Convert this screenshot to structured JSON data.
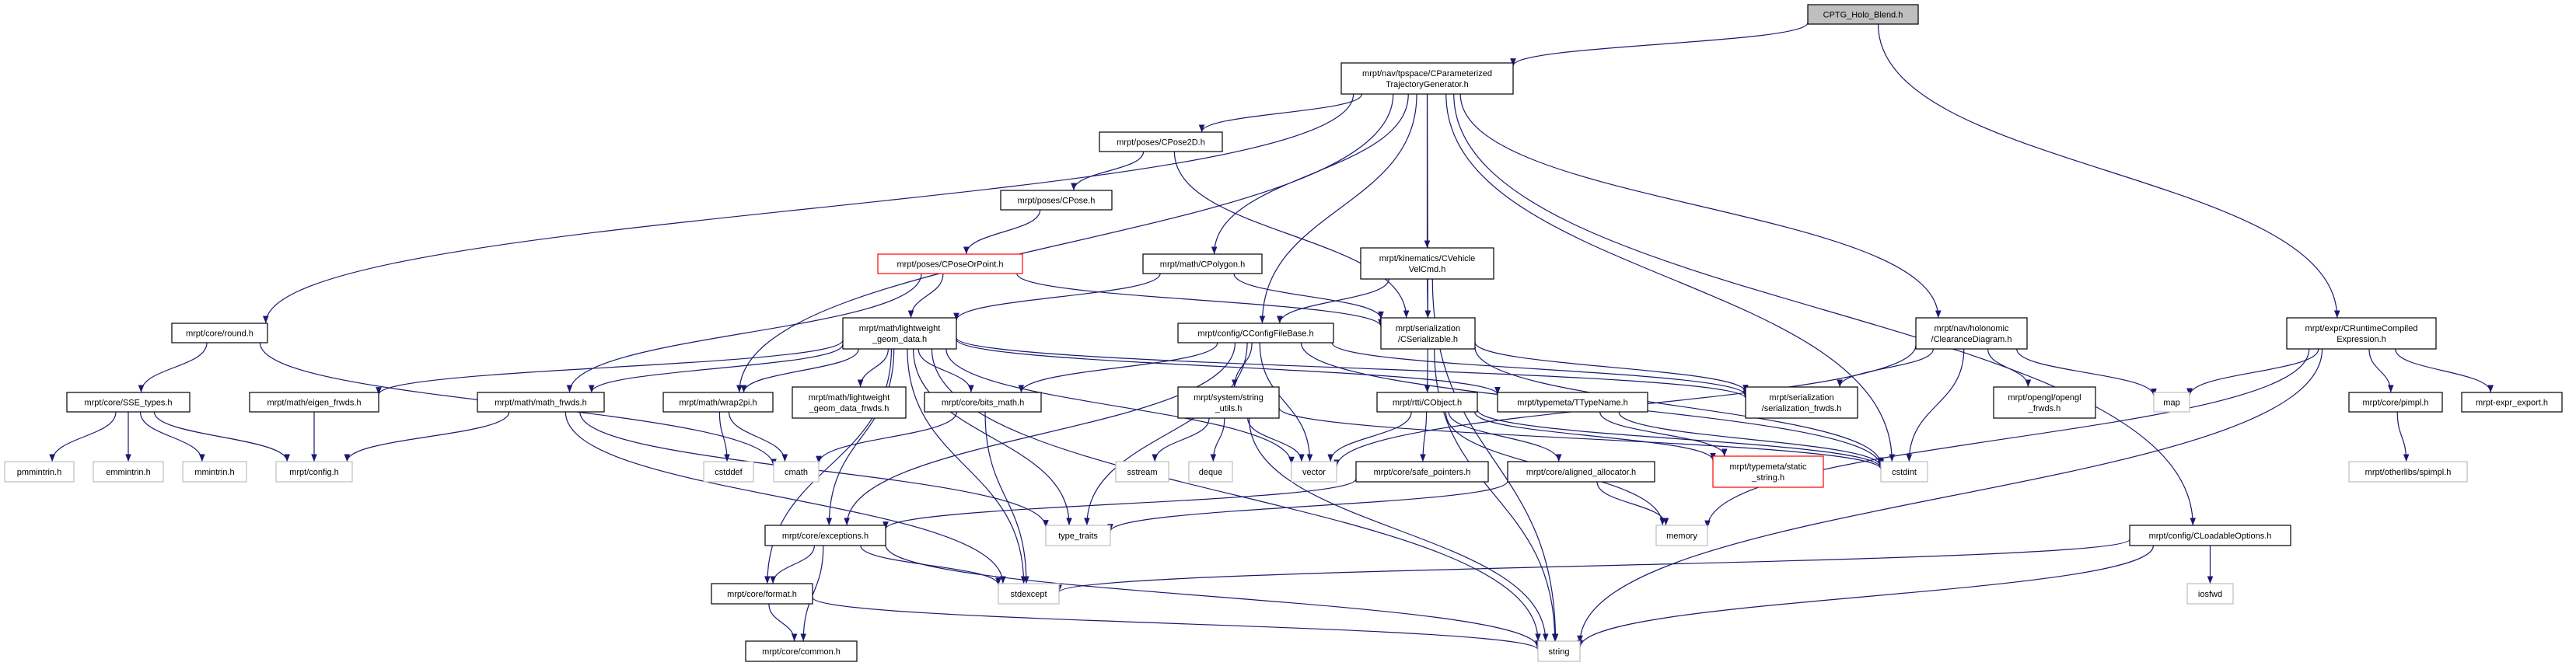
{
  "nodes": [
    {
      "id": "root",
      "lines": [
        "CPTG_Holo_Blend.h"
      ],
      "kind": "root"
    },
    {
      "id": "cptg",
      "lines": [
        "mrpt/nav/tpspace/CParameterized",
        "TrajectoryGenerator.h"
      ],
      "kind": "normal"
    },
    {
      "id": "round",
      "lines": [
        "mrpt/core/round.h"
      ],
      "kind": "normal"
    },
    {
      "id": "cpose2d",
      "lines": [
        "mrpt/poses/CPose2D.h"
      ],
      "kind": "normal"
    },
    {
      "id": "cpose",
      "lines": [
        "mrpt/poses/CPose.h"
      ],
      "kind": "normal"
    },
    {
      "id": "cposeorpoint",
      "lines": [
        "mrpt/poses/CPoseOrPoint.h"
      ],
      "kind": "red"
    },
    {
      "id": "cpolygon",
      "lines": [
        "mrpt/math/CPolygon.h"
      ],
      "kind": "normal"
    },
    {
      "id": "cvehicle",
      "lines": [
        "mrpt/kinematics/CVehicle",
        "VelCmd.h"
      ],
      "kind": "normal"
    },
    {
      "id": "lwgd",
      "lines": [
        "mrpt/math/lightweight",
        "_geom_data.h"
      ],
      "kind": "normal"
    },
    {
      "id": "cconfig",
      "lines": [
        "mrpt/config/CConfigFileBase.h"
      ],
      "kind": "normal"
    },
    {
      "id": "cserial",
      "lines": [
        "mrpt/serialization",
        "/CSerializable.h"
      ],
      "kind": "normal"
    },
    {
      "id": "clearance",
      "lines": [
        "mrpt/nav/holonomic",
        "/ClearanceDiagram.h"
      ],
      "kind": "normal"
    },
    {
      "id": "crce",
      "lines": [
        "mrpt/expr/CRuntimeCompiled",
        "Expression.h"
      ],
      "kind": "normal"
    },
    {
      "id": "sse",
      "lines": [
        "mrpt/core/SSE_types.h"
      ],
      "kind": "normal"
    },
    {
      "id": "eigen",
      "lines": [
        "mrpt/math/eigen_frwds.h"
      ],
      "kind": "normal"
    },
    {
      "id": "mathfrwds",
      "lines": [
        "mrpt/math/math_frwds.h"
      ],
      "kind": "normal"
    },
    {
      "id": "wrap2pi",
      "lines": [
        "mrpt/math/wrap2pi.h"
      ],
      "kind": "normal"
    },
    {
      "id": "lwgdfrwds",
      "lines": [
        "mrpt/math/lightweight",
        "_geom_data_frwds.h"
      ],
      "kind": "normal"
    },
    {
      "id": "bitsmath",
      "lines": [
        "mrpt/core/bits_math.h"
      ],
      "kind": "normal"
    },
    {
      "id": "strutils",
      "lines": [
        "mrpt/system/string",
        "_utils.h"
      ],
      "kind": "normal"
    },
    {
      "id": "cobject",
      "lines": [
        "mrpt/rtti/CObject.h"
      ],
      "kind": "normal"
    },
    {
      "id": "ttypename",
      "lines": [
        "mrpt/typemeta/TTypeName.h"
      ],
      "kind": "normal"
    },
    {
      "id": "serfrwds",
      "lines": [
        "mrpt/serialization",
        "/serialization_frwds.h"
      ],
      "kind": "normal"
    },
    {
      "id": "openglfrwds",
      "lines": [
        "mrpt/opengl/opengl",
        "_frwds.h"
      ],
      "kind": "normal"
    },
    {
      "id": "map",
      "lines": [
        "map"
      ],
      "kind": "sys"
    },
    {
      "id": "pimpl",
      "lines": [
        "mrpt/core/pimpl.h"
      ],
      "kind": "normal"
    },
    {
      "id": "exprexport",
      "lines": [
        "mrpt-expr_export.h"
      ],
      "kind": "normal"
    },
    {
      "id": "pmmintrin",
      "lines": [
        "pmmintrin.h"
      ],
      "kind": "sys"
    },
    {
      "id": "emmintrin",
      "lines": [
        "emmintrin.h"
      ],
      "kind": "sys"
    },
    {
      "id": "mmintrin",
      "lines": [
        "mmintrin.h"
      ],
      "kind": "sys"
    },
    {
      "id": "config",
      "lines": [
        "mrpt/config.h"
      ],
      "kind": "sys"
    },
    {
      "id": "cstddef",
      "lines": [
        "cstddef"
      ],
      "kind": "sys"
    },
    {
      "id": "cmath",
      "lines": [
        "cmath"
      ],
      "kind": "sys"
    },
    {
      "id": "sstream",
      "lines": [
        "sstream"
      ],
      "kind": "sys"
    },
    {
      "id": "deque",
      "lines": [
        "deque"
      ],
      "kind": "sys"
    },
    {
      "id": "vector",
      "lines": [
        "vector"
      ],
      "kind": "sys"
    },
    {
      "id": "safeptr",
      "lines": [
        "mrpt/core/safe_pointers.h"
      ],
      "kind": "normal"
    },
    {
      "id": "aligned",
      "lines": [
        "mrpt/core/aligned_allocator.h"
      ],
      "kind": "normal"
    },
    {
      "id": "staticstr",
      "lines": [
        "mrpt/typemeta/static",
        "_string.h"
      ],
      "kind": "red"
    },
    {
      "id": "cstdint",
      "lines": [
        "cstdint"
      ],
      "kind": "sys"
    },
    {
      "id": "spimpl",
      "lines": [
        "mrpt/otherlibs/spimpl.h"
      ],
      "kind": "sys"
    },
    {
      "id": "exceptions",
      "lines": [
        "mrpt/core/exceptions.h"
      ],
      "kind": "normal"
    },
    {
      "id": "typetraits",
      "lines": [
        "type_traits"
      ],
      "kind": "sys"
    },
    {
      "id": "memory",
      "lines": [
        "memory"
      ],
      "kind": "sys"
    },
    {
      "id": "cloadable",
      "lines": [
        "mrpt/config/CLoadableOptions.h"
      ],
      "kind": "normal"
    },
    {
      "id": "format",
      "lines": [
        "mrpt/core/format.h"
      ],
      "kind": "normal"
    },
    {
      "id": "stdexcept",
      "lines": [
        "stdexcept"
      ],
      "kind": "sys"
    },
    {
      "id": "iosfwd",
      "lines": [
        "iosfwd"
      ],
      "kind": "sys"
    },
    {
      "id": "common",
      "lines": [
        "mrpt/core/common.h"
      ],
      "kind": "normal"
    },
    {
      "id": "string",
      "lines": [
        "string"
      ],
      "kind": "sys"
    }
  ],
  "edges": [
    [
      "root",
      "cptg"
    ],
    [
      "root",
      "crce"
    ],
    [
      "cptg",
      "round"
    ],
    [
      "cptg",
      "cpose2d"
    ],
    [
      "cptg",
      "cpolygon"
    ],
    [
      "cptg",
      "cconfig"
    ],
    [
      "cptg",
      "cvehicle"
    ],
    [
      "cptg",
      "cserial"
    ],
    [
      "cptg",
      "wrap2pi"
    ],
    [
      "cptg",
      "clearance"
    ],
    [
      "cptg",
      "cstdint"
    ],
    [
      "cptg",
      "cloadable"
    ],
    [
      "cpose2d",
      "cpose"
    ],
    [
      "cpose2d",
      "cserial"
    ],
    [
      "cpose",
      "cposeorpoint"
    ],
    [
      "cposeorpoint",
      "lwgd"
    ],
    [
      "cposeorpoint",
      "cserial"
    ],
    [
      "cposeorpoint",
      "mathfrwds"
    ],
    [
      "cpolygon",
      "lwgd"
    ],
    [
      "cpolygon",
      "cserial"
    ],
    [
      "cvehicle",
      "cconfig"
    ],
    [
      "cvehicle",
      "cserial"
    ],
    [
      "cvehicle",
      "string"
    ],
    [
      "lwgd",
      "eigen"
    ],
    [
      "lwgd",
      "mathfrwds"
    ],
    [
      "lwgd",
      "wrap2pi"
    ],
    [
      "lwgd",
      "lwgdfrwds"
    ],
    [
      "lwgd",
      "bitsmath"
    ],
    [
      "lwgd",
      "exceptions"
    ],
    [
      "lwgd",
      "format"
    ],
    [
      "lwgd",
      "typetraits"
    ],
    [
      "lwgd",
      "stdexcept"
    ],
    [
      "lwgd",
      "vector"
    ],
    [
      "lwgd",
      "ttypename"
    ],
    [
      "lwgd",
      "serfrwds"
    ],
    [
      "lwgd",
      "string"
    ],
    [
      "round",
      "sse"
    ],
    [
      "round",
      "cmath"
    ],
    [
      "sse",
      "pmmintrin"
    ],
    [
      "sse",
      "emmintrin"
    ],
    [
      "sse",
      "mmintrin"
    ],
    [
      "sse",
      "config"
    ],
    [
      "eigen",
      "config"
    ],
    [
      "mathfrwds",
      "config"
    ],
    [
      "mathfrwds",
      "typetraits"
    ],
    [
      "mathfrwds",
      "stdexcept"
    ],
    [
      "wrap2pi",
      "cstddef"
    ],
    [
      "wrap2pi",
      "cmath"
    ],
    [
      "bitsmath",
      "cmath"
    ],
    [
      "bitsmath",
      "stdexcept"
    ],
    [
      "cconfig",
      "bitsmath"
    ],
    [
      "cconfig",
      "exceptions"
    ],
    [
      "cconfig",
      "typetraits"
    ],
    [
      "cconfig",
      "strutils"
    ],
    [
      "cconfig",
      "vector"
    ],
    [
      "cconfig",
      "serfrwds"
    ],
    [
      "cconfig",
      "cstdint"
    ],
    [
      "cserial",
      "cobject"
    ],
    [
      "cserial",
      "serfrwds"
    ],
    [
      "cserial",
      "cstdint"
    ],
    [
      "cserial",
      "string"
    ],
    [
      "strutils",
      "sstream"
    ],
    [
      "strutils",
      "deque"
    ],
    [
      "strutils",
      "vector"
    ],
    [
      "strutils",
      "string"
    ],
    [
      "strutils",
      "cstdint"
    ],
    [
      "cobject",
      "vector"
    ],
    [
      "cobject",
      "safeptr"
    ],
    [
      "cobject",
      "aligned"
    ],
    [
      "cobject",
      "memory"
    ],
    [
      "cobject",
      "staticstr"
    ],
    [
      "cobject",
      "cstdint"
    ],
    [
      "ttypename",
      "staticstr"
    ],
    [
      "ttypename",
      "cstdint"
    ],
    [
      "safeptr",
      "exceptions"
    ],
    [
      "aligned",
      "typetraits"
    ],
    [
      "aligned",
      "memory"
    ],
    [
      "exceptions",
      "format"
    ],
    [
      "exceptions",
      "common"
    ],
    [
      "exceptions",
      "stdexcept"
    ],
    [
      "exceptions",
      "string"
    ],
    [
      "format",
      "common"
    ],
    [
      "format",
      "string"
    ],
    [
      "clearance",
      "serfrwds"
    ],
    [
      "clearance",
      "vector"
    ],
    [
      "clearance",
      "cstdint"
    ],
    [
      "clearance",
      "openglfrwds"
    ],
    [
      "clearance",
      "map"
    ],
    [
      "crce",
      "map"
    ],
    [
      "crce",
      "memory"
    ],
    [
      "crce",
      "string"
    ],
    [
      "crce",
      "pimpl"
    ],
    [
      "crce",
      "exprexport"
    ],
    [
      "pimpl",
      "spimpl"
    ],
    [
      "cloadable",
      "stdexcept"
    ],
    [
      "cloadable",
      "iosfwd"
    ],
    [
      "cloadable",
      "string"
    ]
  ]
}
